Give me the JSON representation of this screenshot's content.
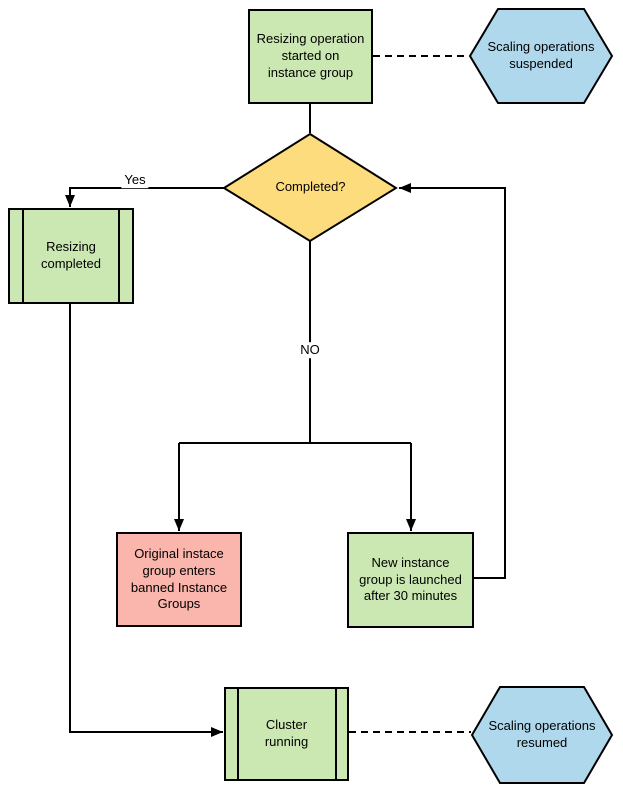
{
  "diagram": {
    "nodes": {
      "start": {
        "label": "Resizing operation\nstarted on\ninstance group",
        "type": "process"
      },
      "suspended": {
        "label": "Scaling operations\nsuspended",
        "type": "preparation-hexagon"
      },
      "completed": {
        "label": "Completed?",
        "type": "decision"
      },
      "resizing_completed": {
        "label": "Resizing\ncompleted",
        "type": "predefined-process"
      },
      "banned": {
        "label": "Original instace\ngroup enters\nbanned Instance\nGroups",
        "type": "process"
      },
      "new_group": {
        "label": "New instance\ngroup is launched\nafter 30 minutes",
        "type": "process"
      },
      "cluster_running": {
        "label": "Cluster\nrunning",
        "type": "predefined-process"
      },
      "resumed": {
        "label": "Scaling operations\nresumed",
        "type": "preparation-hexagon"
      }
    },
    "edge_labels": {
      "yes": "Yes",
      "no": "NO"
    },
    "colors": {
      "node_green": "#cbe8b2",
      "node_blue": "#b0d8ec",
      "node_yellow": "#fcdc7c",
      "node_red": "#fab5ad",
      "stroke": "#000000"
    }
  }
}
